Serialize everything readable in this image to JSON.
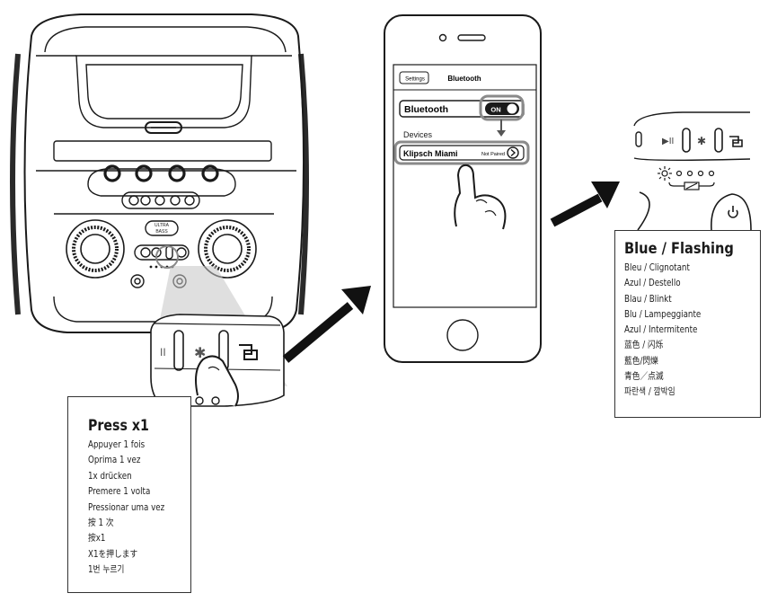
{
  "phone": {
    "back_button": "Settings",
    "header_title": "Bluetooth",
    "toggle_label": "Bluetooth",
    "toggle_state": "ON",
    "devices_heading": "Devices",
    "device_name": "Klipsch Miami",
    "device_status": "Not Paired"
  },
  "speaker": {
    "ultra_bass_line1": "ULTRA",
    "ultra_bass_line2": "BASS"
  },
  "press_panel": {
    "title": "Press x1",
    "lines": [
      "Appuyer 1 fois",
      "Oprima 1 vez",
      "1x drücken",
      "Premere 1 volta",
      "Pressionar uma vez",
      "按 1 次",
      "按x1",
      "X1を押します",
      "1번 누르기"
    ]
  },
  "status_panel": {
    "title": "Blue / Flashing",
    "lines": [
      "Bleu / Clignotant",
      "Azul / Destello",
      "Blau / Blinkt",
      "Blu / Lampeggiante",
      "Azul / Intermitente",
      "蓝色 / 闪烁",
      "藍色/閃爍",
      "青色／点滅",
      "파란색 / 깜박임"
    ]
  },
  "colors": {
    "stroke": "#1a1a1a",
    "highlight": "#8a8a8a",
    "magnifier_fill": "#c4c4c4",
    "arrow": "#111111"
  }
}
